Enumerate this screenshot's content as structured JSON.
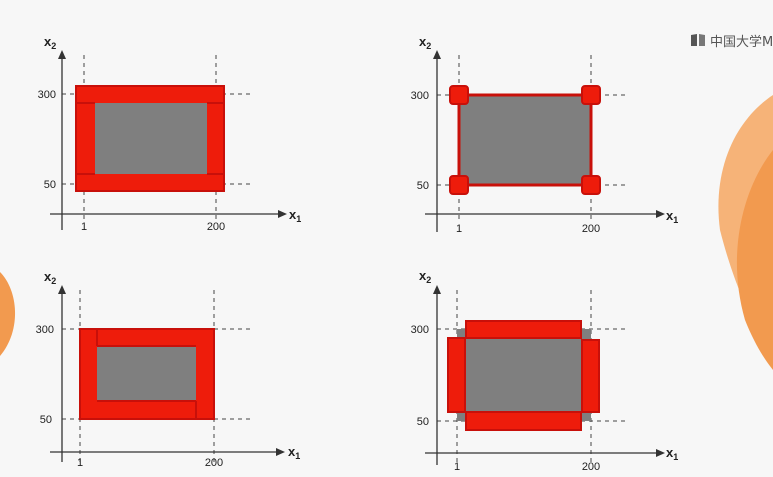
{
  "watermark": {
    "text": "中国大学M"
  },
  "colors": {
    "boundary": "#ee1c0b",
    "boundary_stroke": "#c8100a",
    "interior": "#7f7f7f",
    "axis": "#333333",
    "guide": "#444444",
    "deco_orange": "#f29a4f",
    "deco_orange_light": "#f6b378"
  },
  "diagrams": [
    {
      "id": "full-boundary",
      "y_axis_label": "x",
      "y_axis_sub": "2",
      "x_axis_label": "x",
      "x_axis_sub": "1",
      "x_ticks": [
        "1",
        "200"
      ],
      "y_ticks": [
        "300",
        "50"
      ]
    },
    {
      "id": "corner-points",
      "y_axis_label": "x",
      "y_axis_sub": "2",
      "x_axis_label": "x",
      "x_axis_sub": "1",
      "x_ticks": [
        "1",
        "200"
      ],
      "y_ticks": [
        "300",
        "50"
      ]
    },
    {
      "id": "inner-boundary",
      "y_axis_label": "x",
      "y_axis_sub": "2",
      "x_axis_label": "x",
      "x_axis_sub": "1",
      "x_ticks": [
        "1",
        "200"
      ],
      "y_ticks": [
        "300",
        "50"
      ]
    },
    {
      "id": "outer-boundary",
      "y_axis_label": "x",
      "y_axis_sub": "2",
      "x_axis_label": "x",
      "x_axis_sub": "1",
      "x_ticks": [
        "1",
        "200"
      ],
      "y_ticks": [
        "300",
        "50"
      ]
    }
  ]
}
